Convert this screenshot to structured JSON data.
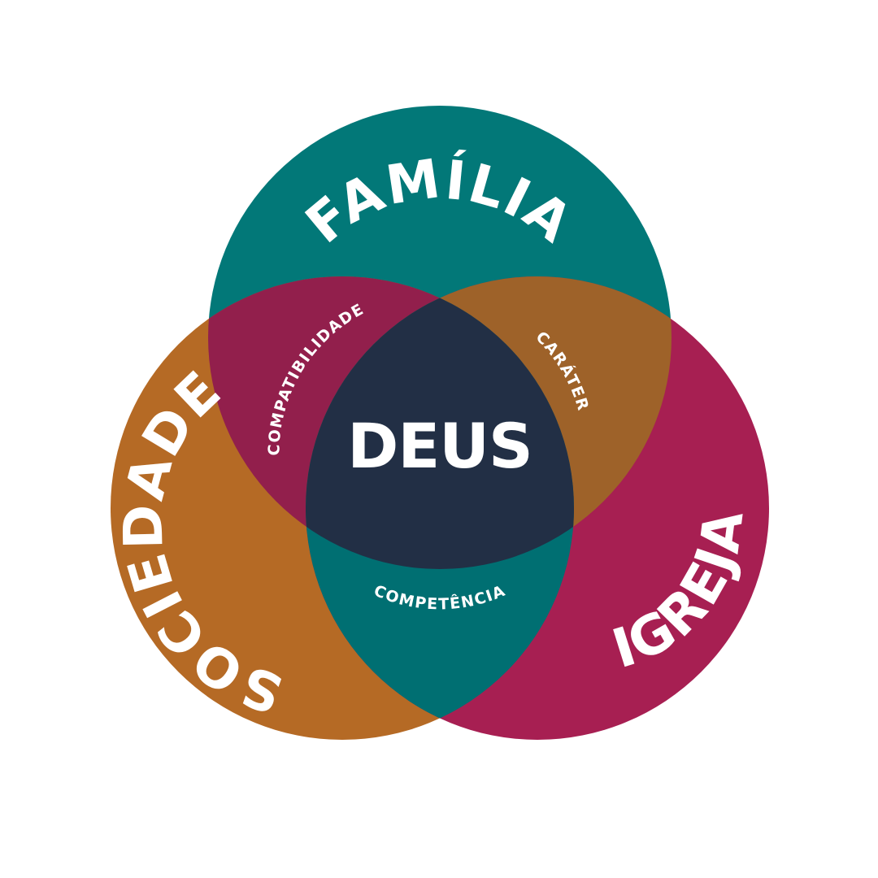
{
  "diagram": {
    "circles": [
      {
        "label": "FAMÍLIA",
        "color": "#027878"
      },
      {
        "label": "SOCIEDADE",
        "color": "#B56A25"
      },
      {
        "label": "IGREJA",
        "color": "#A71F52"
      }
    ],
    "overlaps": [
      {
        "between": [
          "FAMÍLIA",
          "SOCIEDADE"
        ],
        "label": "COMPATIBILIDADE",
        "color": "#921F4C"
      },
      {
        "between": [
          "FAMÍLIA",
          "IGREJA"
        ],
        "label": "CARÁTER",
        "color": "#9E6229"
      },
      {
        "between": [
          "SOCIEDADE",
          "IGREJA"
        ],
        "label": "COMPETÊNCIA",
        "color": "#006F72"
      }
    ],
    "center": {
      "label": "DEUS",
      "color": "#222F45"
    }
  }
}
